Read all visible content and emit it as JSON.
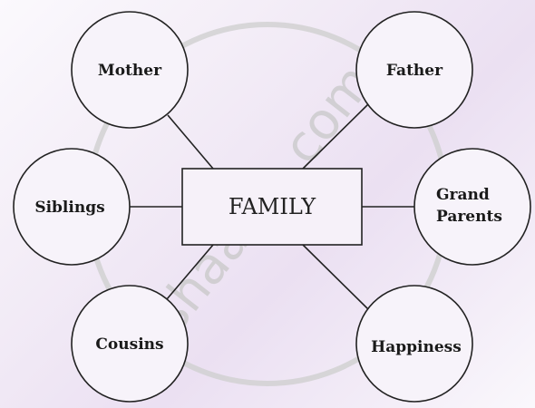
{
  "diagram": {
    "center": {
      "label": "FAMILY"
    },
    "nodes": [
      {
        "id": "mother",
        "label": [
          "Mother"
        ]
      },
      {
        "id": "father",
        "label": [
          "Father"
        ]
      },
      {
        "id": "siblings",
        "label": [
          "Siblings"
        ]
      },
      {
        "id": "grand-parents",
        "label": [
          "Grand",
          "Parents"
        ]
      },
      {
        "id": "cousins",
        "label": [
          "Cousins"
        ]
      },
      {
        "id": "happiness",
        "label": [
          "Happiness"
        ]
      }
    ]
  },
  "watermark": {
    "text": "shaalaa.com"
  }
}
